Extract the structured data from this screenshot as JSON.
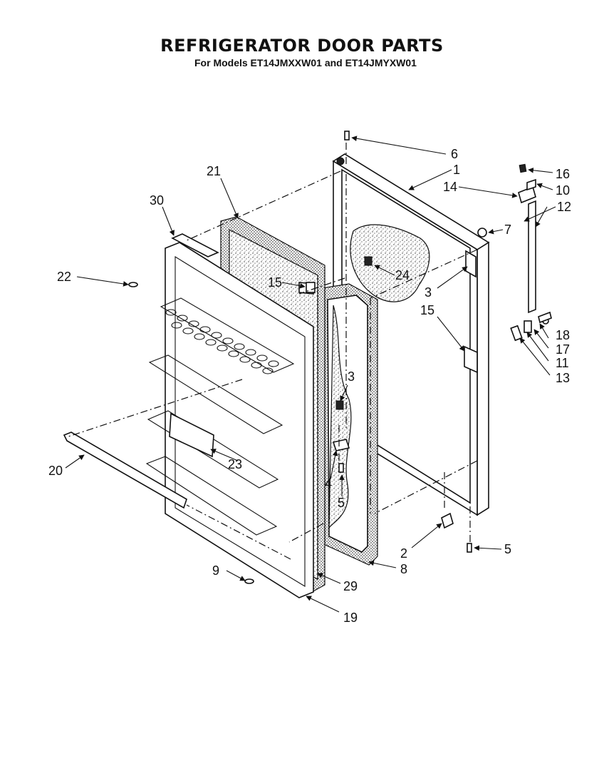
{
  "header": {
    "title": "REFRIGERATOR DOOR PARTS",
    "subtitle": "For Models ET14JMXXW01 and ET14JMYXW01"
  },
  "callouts": {
    "c1": "1",
    "c2": "2",
    "c3a": "3",
    "c3b": "3",
    "c4": "4",
    "c5a": "5",
    "c5b": "5",
    "c6": "6",
    "c7": "7",
    "c8": "8",
    "c9": "9",
    "c10": "10",
    "c11": "11",
    "c12": "12",
    "c13": "13",
    "c14": "14",
    "c15a": "15",
    "c15b": "15",
    "c16": "16",
    "c17": "17",
    "c18": "18",
    "c19": "19",
    "c20": "20",
    "c21": "21",
    "c22": "22",
    "c23": "23",
    "c24": "24",
    "c29": "29",
    "c30": "30"
  }
}
